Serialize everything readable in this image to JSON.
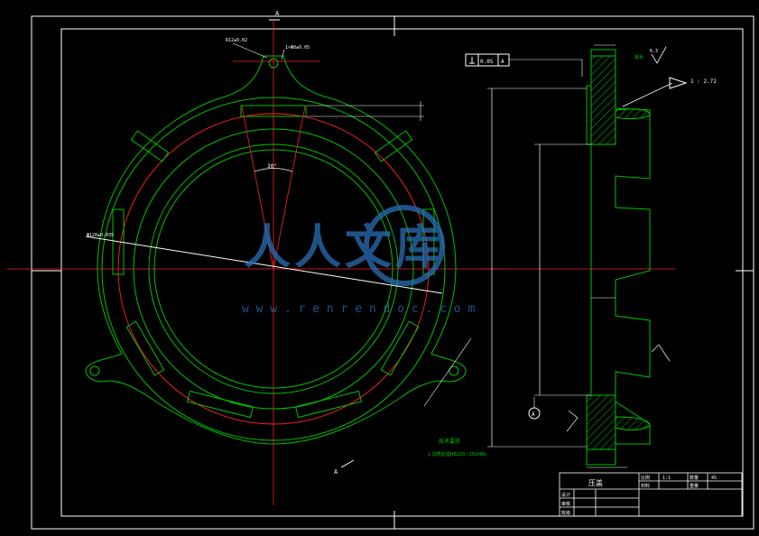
{
  "colors": {
    "background": "#000000",
    "frame": "#ffffff",
    "geometry": "#00c000",
    "centerline": "#ff2020",
    "dimension": "#ffffff",
    "watermark": "#2a6fb5"
  },
  "drawing": {
    "section_marker_top": "A",
    "section_marker_bottom": "A",
    "angle_label": "30°",
    "tolerance_flatness": "0.05",
    "tolerance_datum": "A",
    "surface_finish_top": "6.3",
    "taper_ratio": "1 : 2.72",
    "datum_circle": "A",
    "tech_req_title": "技术要求",
    "tech_req_line1": "1.调质处理HB220~250HBs"
  },
  "title_block": {
    "part_name": "压盖",
    "row_labels": [
      "设计",
      "审核",
      "班级"
    ],
    "scale_label": "比例",
    "scale_value": "1:1",
    "material_label": "材料",
    "material_value": "45",
    "count_label": "数量",
    "weight_label": "重量"
  },
  "watermark": {
    "text": "人人文库",
    "url": "w w w . r e n r e n d o c . c o m"
  }
}
